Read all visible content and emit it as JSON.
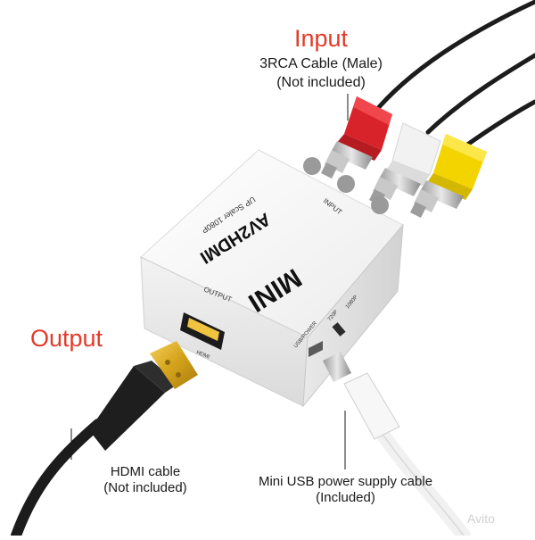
{
  "callouts": {
    "input": {
      "title": "Input",
      "line1": "3RCA Cable (Male)",
      "line2": "(Not included)"
    },
    "output": {
      "title": "Output"
    },
    "hdmi_cable": {
      "line1": "HDMI cable",
      "line2": "(Not included)"
    },
    "usb_cable": {
      "line1": "Mini USB power supply cable",
      "line2": "(Included)"
    }
  },
  "device": {
    "brand": "MINI",
    "model": "AV2HDMI",
    "subtitle": "UP Scaler 1080P",
    "input_label": "INPUT",
    "output_label": "OUTPUT",
    "hdmi_port_label": "HDMI",
    "usb_port_label": "USB/POWER",
    "switch_left_label": "720P",
    "switch_right_label": "1080P"
  },
  "watermark": "Avito",
  "colors": {
    "callout_red": "#e23b2a",
    "rca_red": "#d8232a",
    "rca_white": "#f2f2f2",
    "rca_yellow": "#f3d400",
    "hdmi_gold": "#d4a21a",
    "device_body": "#f7f7f7"
  }
}
